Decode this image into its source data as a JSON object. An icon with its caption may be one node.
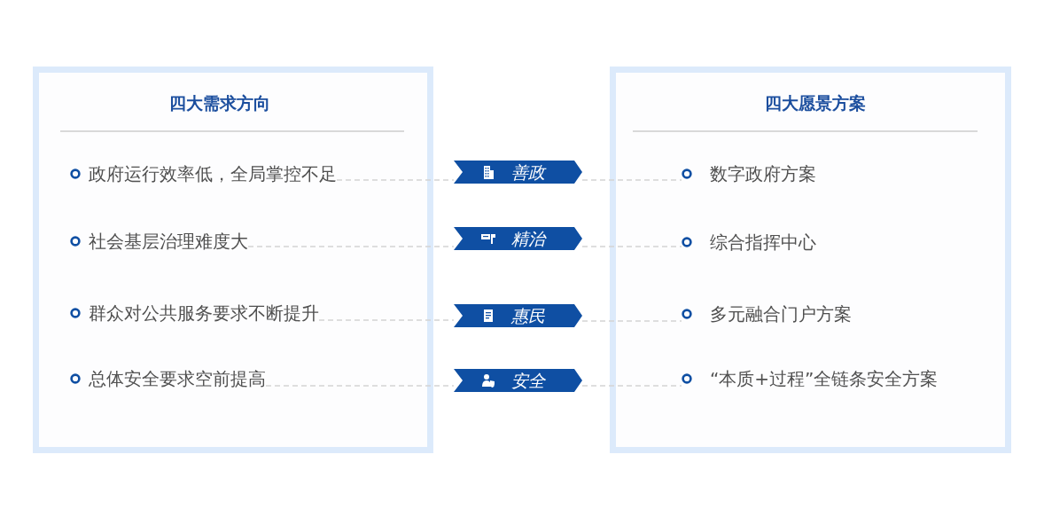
{
  "diagram": {
    "nodes": [
      {
        "text": [
          "四大需求方向"
        ]
      },
      {
        "text": [
          "政府运行效率低，全局掌控不足"
        ],
        "in": 0
      },
      {
        "text": [
          "社会基层治理难度大"
        ],
        "in": 0
      },
      {
        "text": [
          "群众对公共服务要求不断提升"
        ],
        "in": 0
      },
      {
        "text": [
          "总体安全要求空前提高"
        ],
        "in": 0
      },
      {
        "text": [
          "善政"
        ]
      },
      {
        "text": [
          "精治"
        ]
      },
      {
        "text": [
          "惠民"
        ]
      },
      {
        "text": [
          "安全"
        ]
      },
      {
        "text": [
          "四大愿景方案"
        ]
      },
      {
        "text": [
          "数字政府方案"
        ],
        "in": 9
      },
      {
        "text": [
          "综合指挥中心"
        ],
        "in": 9
      },
      {
        "text": [
          "多元融合门户方案"
        ],
        "in": 9
      },
      {
        "text": [
          "“本质+过程”全链条安全方案"
        ],
        "in": 9
      }
    ],
    "edges": [
      {
        "from": 1,
        "to": 5,
        "arrow": "none",
        "style": "dashed"
      },
      {
        "from": 5,
        "to": 10,
        "arrow": "none",
        "style": "dashed"
      },
      {
        "from": 2,
        "to": 6,
        "arrow": "none",
        "style": "dashed"
      },
      {
        "from": 6,
        "to": 11,
        "arrow": "none",
        "style": "dashed"
      },
      {
        "from": 3,
        "to": 7,
        "arrow": "none",
        "style": "dashed"
      },
      {
        "from": 7,
        "to": 12,
        "arrow": "none",
        "style": "dashed"
      },
      {
        "from": 4,
        "to": 8,
        "arrow": "none",
        "style": "dashed"
      },
      {
        "from": 8,
        "to": 13,
        "arrow": "none",
        "style": "dashed"
      }
    ]
  }
}
